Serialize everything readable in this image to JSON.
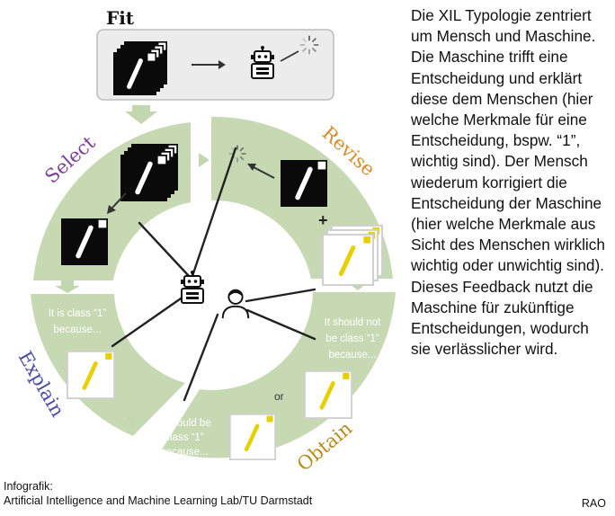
{
  "diagram": {
    "fit_label": "Fit",
    "select_label": "Select",
    "revise_label": "Revise",
    "explain_label": "Explain",
    "obtain_label": "Obtain",
    "explain_text": [
      "It is class “1”",
      "because..."
    ],
    "obtain_text": [
      "It should be",
      "class “1”",
      "because..."
    ],
    "revise_text": [
      "It should not",
      "be class “1”",
      "because..."
    ],
    "or_label": "or",
    "plus_label": "+",
    "colors": {
      "ring": "#c6d9b3",
      "arrow": "#c2d6b0",
      "fit_box": "#ececec",
      "select": "#7b3f9a",
      "revise": "#d98a2a",
      "explain": "#4a4aa8",
      "obtain": "#b58d1d",
      "highlight": "#e8d000"
    },
    "icons": [
      "robot-icon",
      "human-icon",
      "loading-spinner-icon",
      "digit-image-icon",
      "explanation-image-icon"
    ]
  },
  "side_text": "Die XIL Typologie zentriert um Mensch und Maschine. Die Maschine trifft eine Entscheidung und erklärt diese dem Menschen (hier welche Merkmale für eine Entscheidung, bspw. “1”, wichtig sind). Der Mensch wiederum korrigiert die Entscheidung der Maschine (hier welche Merkmale aus Sicht des Menschen wirklich wichtig oder unwichtig sind). Dieses Feedback nutzt die Maschine für zukünftige Entscheidungen, wodurch sie verlässlicher wird.",
  "credit": {
    "line1": "Infografik:",
    "line2": "Artificial Intelligence and Machine Learning Lab/TU Darmstadt"
  },
  "signature": "RAO"
}
